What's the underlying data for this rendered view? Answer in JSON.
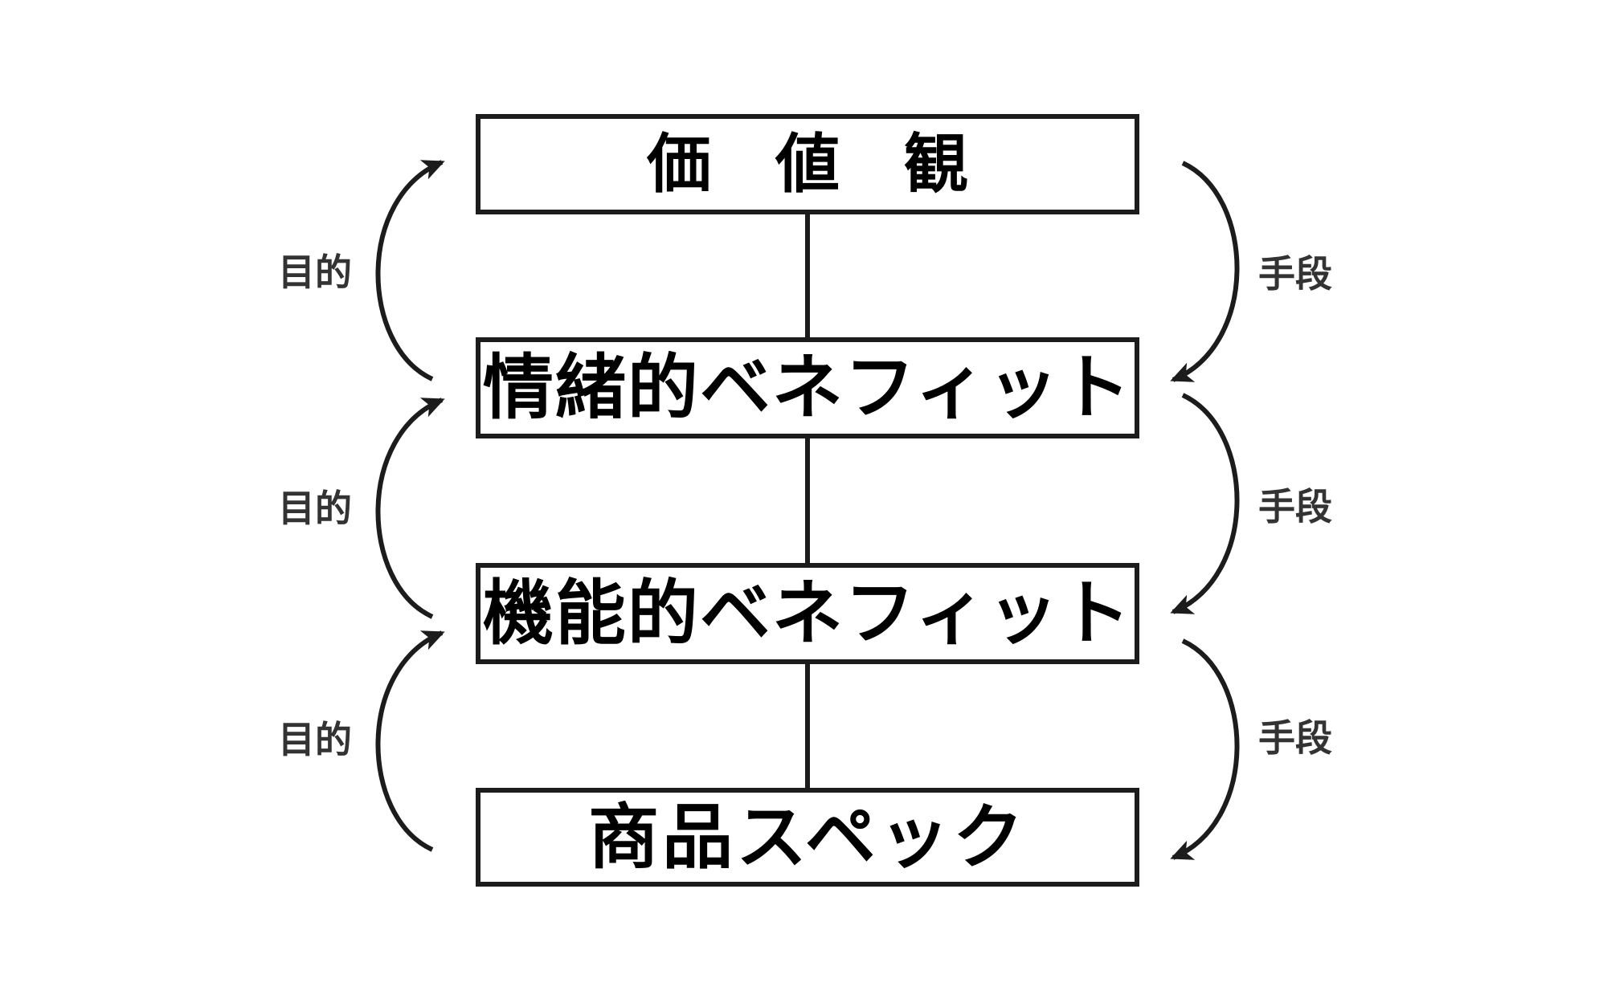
{
  "diagram": {
    "boxes": [
      {
        "label": "価　値　観"
      },
      {
        "label": "情緒的ベネフィット"
      },
      {
        "label": "機能的ベネフィット"
      },
      {
        "label": "商品スペック"
      }
    ],
    "left_relation_label": "目的",
    "right_relation_label": "手段",
    "colors": {
      "stroke": "#1c1c1c",
      "background": "#ffffff",
      "relation_text": "#333333"
    }
  }
}
